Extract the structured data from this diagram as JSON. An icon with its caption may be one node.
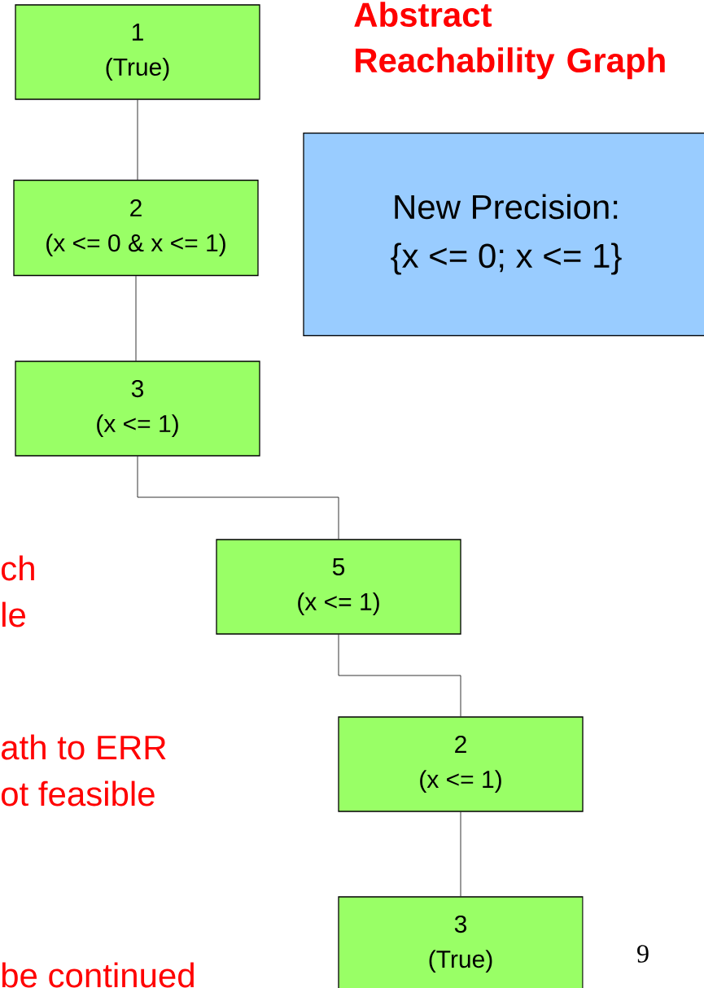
{
  "diagram": {
    "title": "Abstract Reachability Graph",
    "nodes": [
      {
        "text": [
          "1",
          "(True)"
        ]
      },
      {
        "text": [
          "2",
          "(x <= 0 & x <= 1)"
        ]
      },
      {
        "text": [
          "3",
          "(x <= 1)"
        ]
      },
      {
        "text": [
          "5",
          "(x <= 1)"
        ]
      },
      {
        "text": [
          "2",
          "(x <= 1)"
        ]
      },
      {
        "text": [
          "3",
          "(True)"
        ]
      },
      {
        "text": [
          "New Precision:",
          "{x <= 0; x <= 1}"
        ]
      }
    ],
    "edges": [
      {
        "from": 0,
        "to": 1,
        "arrow": "none"
      },
      {
        "from": 1,
        "to": 2,
        "arrow": "none"
      },
      {
        "from": 2,
        "to": 3,
        "arrow": "none"
      },
      {
        "from": 3,
        "to": 4,
        "arrow": "none"
      },
      {
        "from": 4,
        "to": 5,
        "arrow": "none"
      }
    ],
    "labels": [
      "ch",
      "le",
      "ath to ERR",
      "ot feasible",
      "be continued",
      "9"
    ]
  }
}
